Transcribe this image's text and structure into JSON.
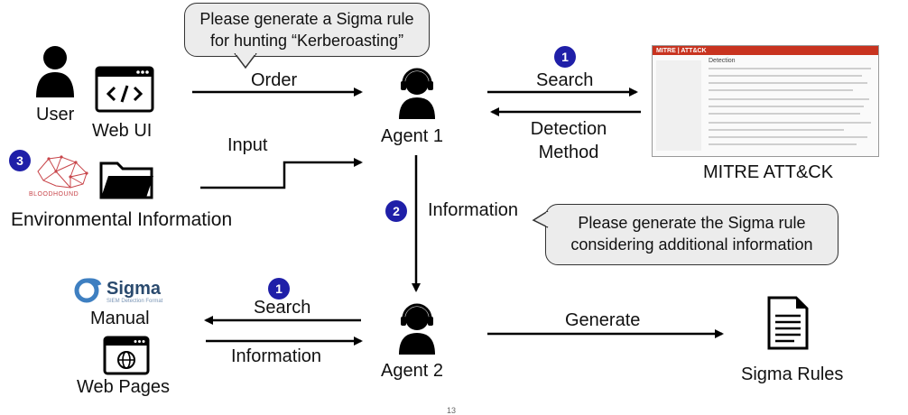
{
  "bubbles": {
    "top": "Please generate a Sigma rule\nfor hunting “Kerberoasting”",
    "middle": "Please generate the Sigma rule\nconsidering additional information"
  },
  "labels": {
    "user": "User",
    "web_ui": "Web UI",
    "environmental_information": "Environmental Information",
    "order": "Order",
    "input": "Input",
    "agent1": "Agent 1",
    "agent2": "Agent 2",
    "search_top": "Search",
    "detection_method": "Detection\nMethod",
    "mitre": "MITRE ATT&CK",
    "information_mid": "Information",
    "search_bottom": "Search",
    "information_bottom": "Information",
    "manual": "Manual",
    "web_pages": "Web Pages",
    "generate": "Generate",
    "sigma_rules": "Sigma Rules"
  },
  "badges": {
    "top": "1",
    "middle": "2",
    "left": "3",
    "bottom": "1"
  },
  "logos": {
    "sigma_name": "Sigma",
    "sigma_tagline": "SIEM Detection Format",
    "bloodhound": "BLOODHOUND",
    "mitre_header": "MITRE | ATT&CK",
    "mitre_section": "Detection"
  },
  "footnote": "13",
  "colors": {
    "badge": "#1f1fa8",
    "bubble_fill": "#ececec",
    "bloodhound": "#c8454a",
    "mitre_red": "#c8331f"
  },
  "icons": [
    "user-icon",
    "web-ui-icon",
    "bloodhound-logo",
    "folder-icon",
    "agent-icon",
    "sigma-logo",
    "web-page-icon",
    "document-icon",
    "mitre-screenshot"
  ]
}
